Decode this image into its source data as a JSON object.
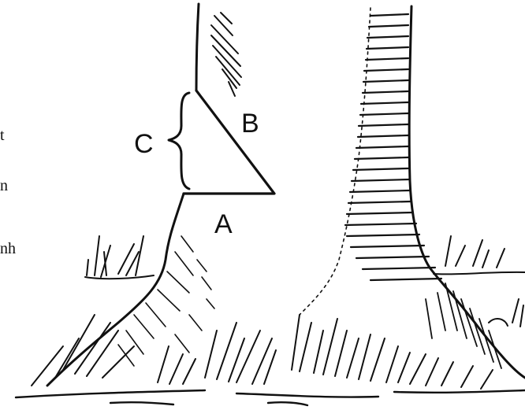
{
  "labels": {
    "a": "A",
    "b": "B",
    "c": "C"
  },
  "edge_fragments": {
    "top": "t",
    "middle": "n",
    "bottom": "nh"
  },
  "colors": {
    "ink": "#111111",
    "paper": "#ffffff"
  }
}
